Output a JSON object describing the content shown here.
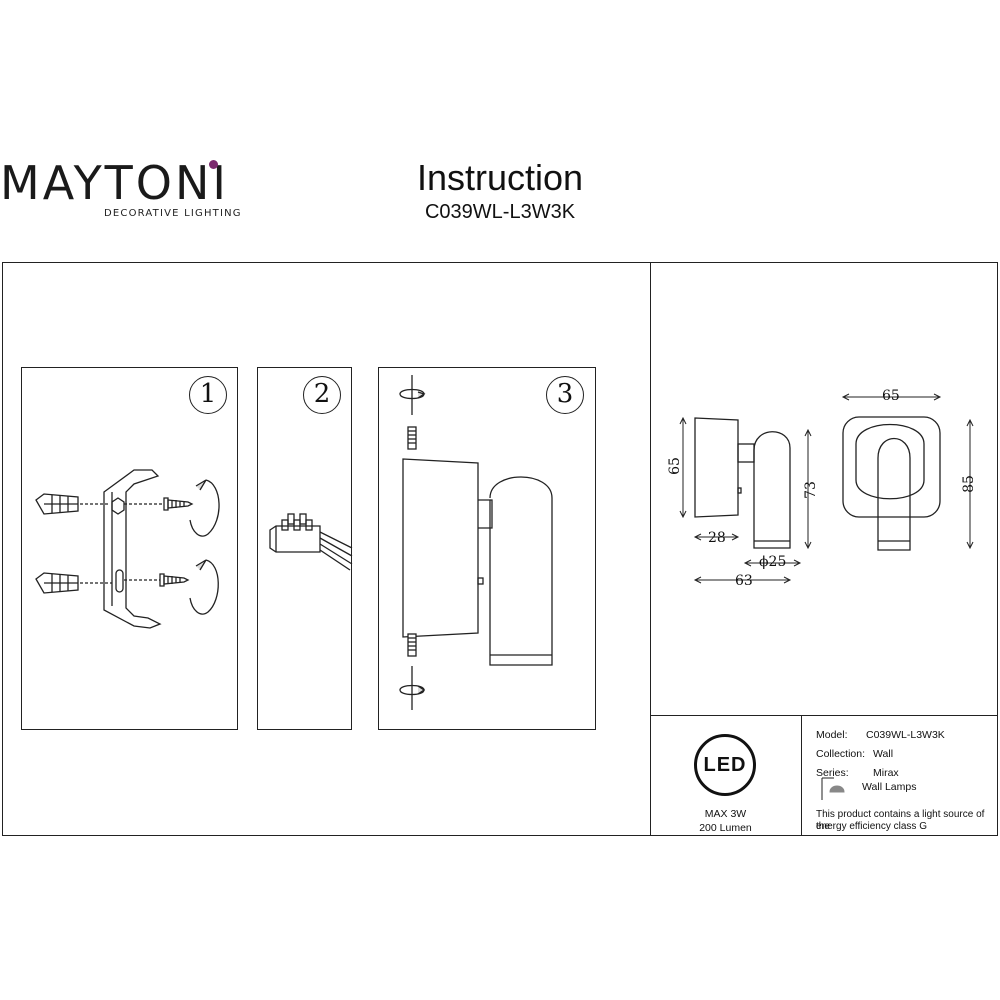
{
  "brand": {
    "name": "MAYTONI",
    "tagline": "DECORATIVE LIGHTING",
    "accent_color": "#7b2a6e"
  },
  "header": {
    "title": "Instruction",
    "model": "C039WL-L3W3K"
  },
  "steps": [
    {
      "number": "1"
    },
    {
      "number": "2"
    },
    {
      "number": "3"
    }
  ],
  "dimensions": {
    "side_height": "65",
    "side_depth": "28",
    "total_depth": "63",
    "diameter": "ϕ25",
    "arm_height": "73",
    "front_width": "65",
    "front_height": "85"
  },
  "led": {
    "label": "LED",
    "power": "MAX 3W",
    "lumen": "200 Lumen"
  },
  "specs": {
    "model_label": "Model:",
    "model_value": "C039WL-L3W3K",
    "collection_label": "Collection:",
    "collection_value": "Wall",
    "series_label": "Series:",
    "series_value": "Mirax",
    "type_value": "Wall Lamps",
    "energy_note_line1": "This product contains a light source of the",
    "energy_note_line2": "energy efficiency class G"
  },
  "icons": [
    "wall-lamp-icon",
    "screw-icon",
    "dowel-icon",
    "rotate-arrow-icon",
    "terminal-block-icon",
    "hex-key-icon"
  ]
}
